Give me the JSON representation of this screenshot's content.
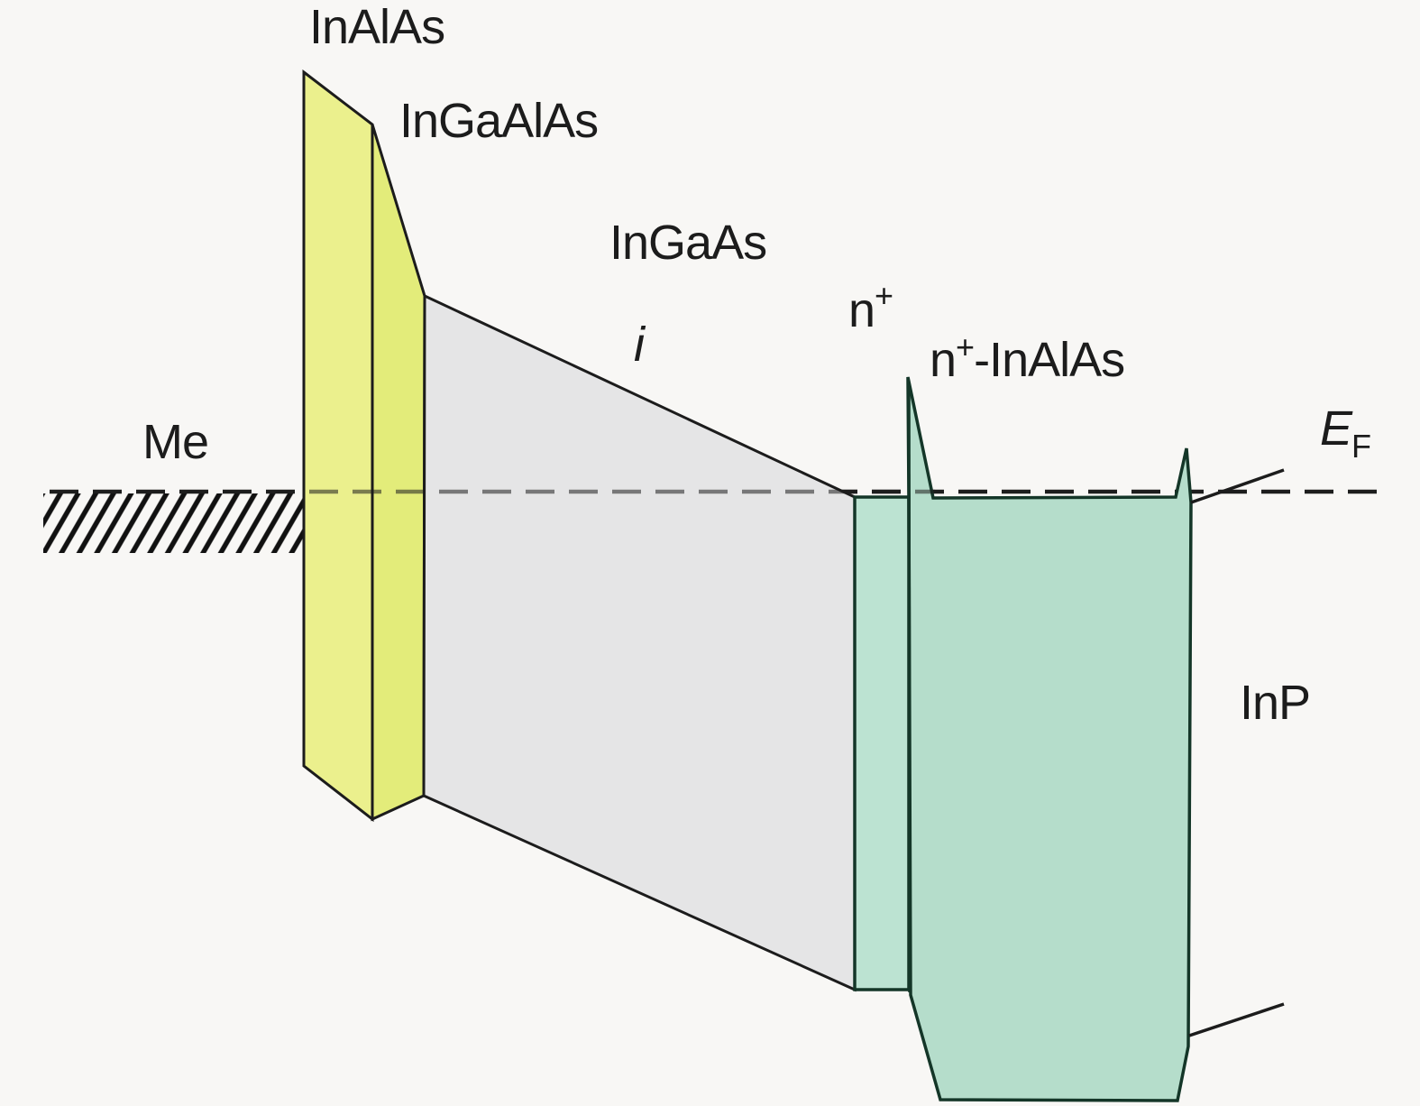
{
  "labels": {
    "inalas": "InAlAs",
    "ingaalas": "InGaAlAs",
    "ingaas": "InGaAs",
    "i_doping": "i",
    "metal": "Me",
    "n": "n",
    "plus": "+",
    "n_inalas_prefix": "n",
    "n_inalas_plus": "+",
    "n_inalas_rest": "-InAlAs",
    "fermi_main": "E",
    "fermi_sub": "F",
    "inp": "InP"
  },
  "colors": {
    "background": "#f8f7f5",
    "inalas_fill": "#ebf08d",
    "ingaalas_fill": "#e3ec7a",
    "ingaas_fill": "#e5e5e6",
    "n_ingaas_fill": "#bce3d2",
    "n_inalas_fill": "#b5ddcb",
    "band_line": "#1c1c1c",
    "teal_line": "#143628",
    "fermi_line": "#1d1d1d",
    "hatch_line": "#111111"
  }
}
